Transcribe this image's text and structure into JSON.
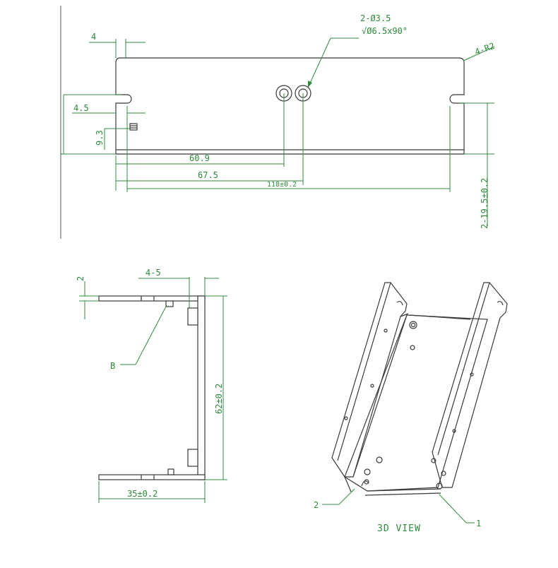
{
  "title": "",
  "colors": {
    "dimension": "#2e8b3c",
    "outline": "#3a3a3a",
    "background": "#ffffff"
  },
  "top_view": {
    "dims": {
      "flange_4": "4",
      "hole_callout_1": "2-Ø3.5",
      "hole_callout_2": "√Ø6.5x90°",
      "radius": "4-R2",
      "slot_offset": "4.5",
      "pem_height": "9.3",
      "hole1_x": "60.9",
      "hole2_x": "67.5",
      "length": "118±0.2",
      "height": "2-19.5±0.2"
    }
  },
  "side_view": {
    "dims": {
      "thickness": "2",
      "flange_gap": "4-5",
      "detail_b": "B",
      "height": "62±0.2",
      "flange_width": "35±0.2"
    }
  },
  "iso_view": {
    "label": "3D VIEW",
    "callout_1": "1",
    "callout_2": "2"
  }
}
